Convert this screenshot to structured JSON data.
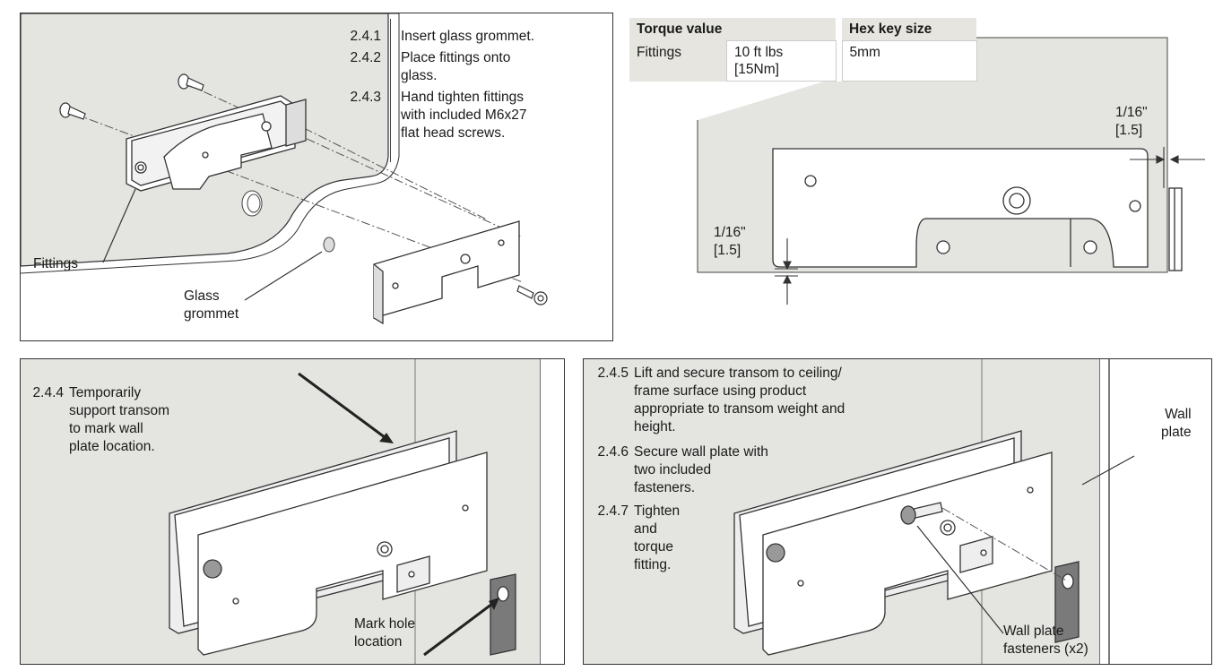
{
  "panel1": {
    "steps": [
      {
        "num": "2.4.1",
        "text": "Insert glass grommet."
      },
      {
        "num": "2.4.2",
        "text": "Place fittings onto\nglass."
      },
      {
        "num": "2.4.3",
        "text": "Hand tighten fittings\nwith included M6x27\nflat head screws."
      }
    ],
    "callout_fittings": "Fittings",
    "callout_grommet": "Glass\ngrommet"
  },
  "panel2": {
    "torque_header": "Torque value",
    "hex_header": "Hex key size",
    "row_label": "Fittings",
    "torque_value": "10 ft lbs\n[15Nm]",
    "hex_value": "5mm",
    "dim_top": "1/16\"\n[1.5]",
    "dim_left": "1/16\"\n[1.5]"
  },
  "panel3": {
    "step_num": "2.4.4",
    "step_text": "Temporarily\nsupport transom\nto mark wall\nplate location.",
    "callout_mark": "Mark hole\nlocation"
  },
  "panel4": {
    "steps": [
      {
        "num": "2.4.5",
        "text": "Lift and secure transom to ceiling/\nframe surface using product\nappropriate to transom weight and\nheight."
      },
      {
        "num": "2.4.6",
        "text": "Secure wall plate with\ntwo included\nfasteners."
      },
      {
        "num": "2.4.7",
        "text": "Tighten\nand\ntorque\nfitting."
      }
    ],
    "callout_wall_plate": "Wall\nplate",
    "callout_fasteners": "Wall plate\nfasteners (x2)"
  }
}
